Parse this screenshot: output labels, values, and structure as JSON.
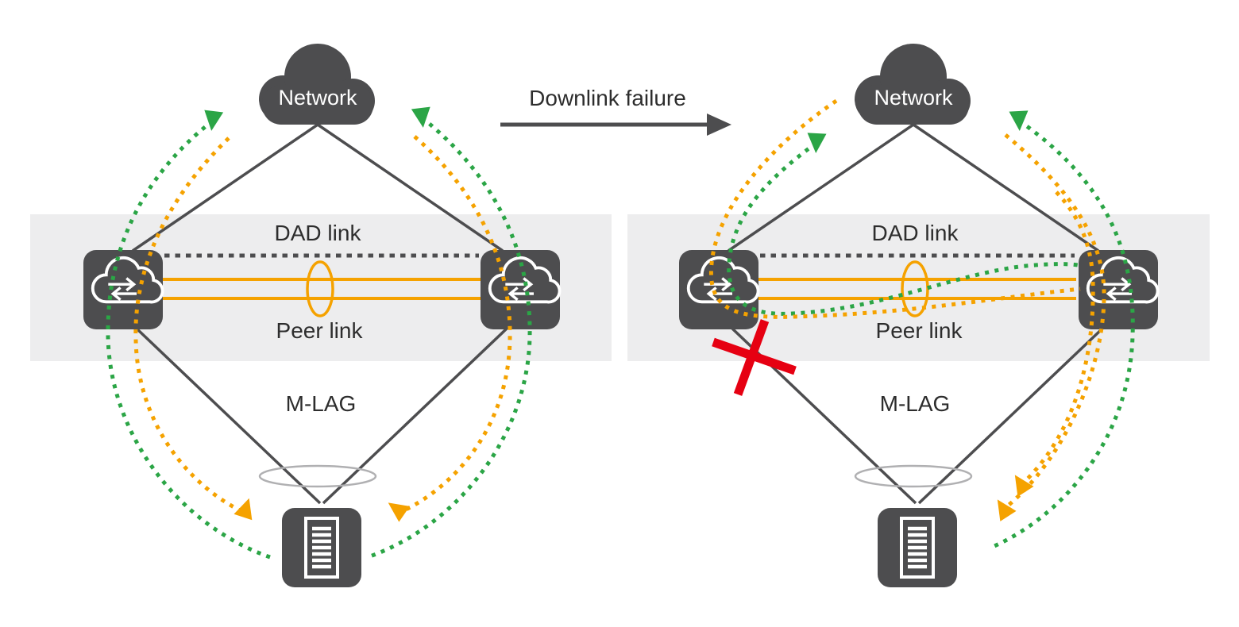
{
  "diagram": {
    "transition_label": "Downlink failure",
    "panels": [
      {
        "id": "normal",
        "network_label": "Network",
        "dad_link_label": "DAD link",
        "peer_link_label": "Peer link",
        "mlag_label": "M-LAG",
        "failure": false
      },
      {
        "id": "downlink-failure",
        "network_label": "Network",
        "dad_link_label": "DAD link",
        "peer_link_label": "Peer link",
        "mlag_label": "M-LAG",
        "failure": true
      }
    ]
  },
  "icons": {
    "network": "cloud",
    "switch": "cloud-double-arrows",
    "server": "server-rack",
    "failure_mark": "red-cross",
    "downstream_flow": "green-dotted-arc",
    "upstream_flow": "orange-dotted-arc"
  },
  "colors": {
    "dark": "#4d4d4f",
    "band": "#ededee",
    "orange": "#f5a200",
    "green": "#2ba546",
    "red": "#e60012",
    "lightgray": "#b0b0b2",
    "text": "#2d2d2d",
    "white": "#ffffff",
    "bg": "#ffffff"
  }
}
